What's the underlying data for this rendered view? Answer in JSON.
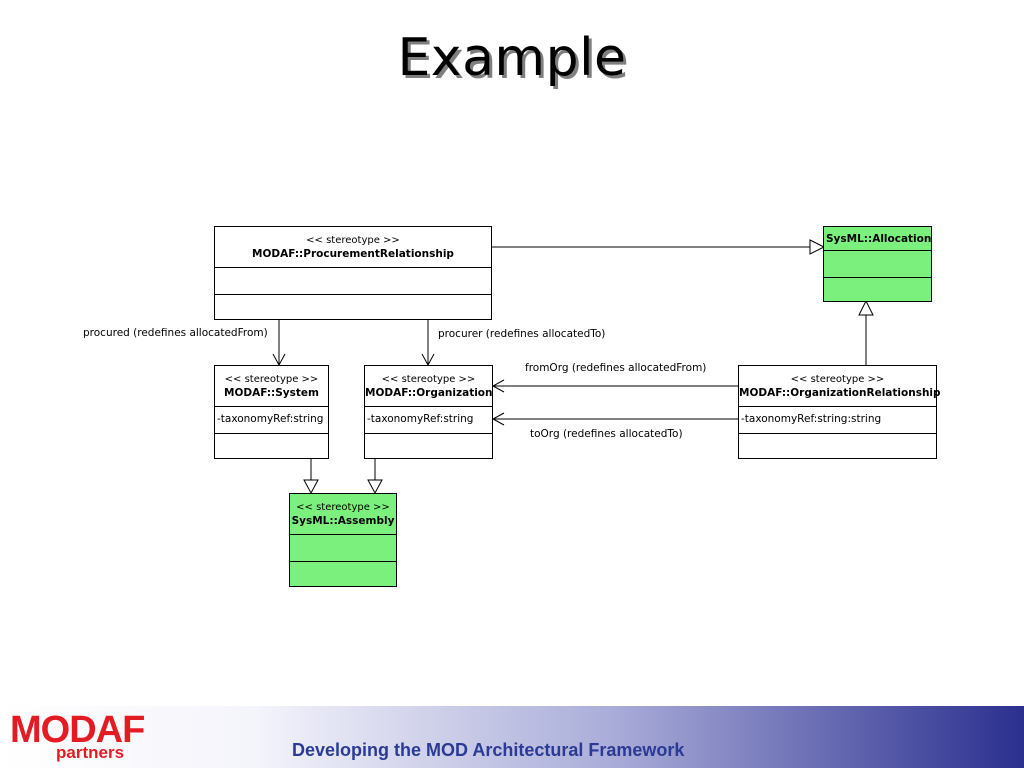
{
  "slide": {
    "title": "Example"
  },
  "diagram": {
    "classes": {
      "procurement": {
        "stereotype": "<< stereotype >>",
        "name": "MODAF::ProcurementRelationship",
        "attribute": ""
      },
      "allocation": {
        "stereotype": "",
        "name": "SysML::Allocation",
        "attribute": ""
      },
      "system": {
        "stereotype": "<< stereotype >>",
        "name": "MODAF::System",
        "attribute": "-taxonomyRef:string"
      },
      "organization": {
        "stereotype": "<< stereotype >>",
        "name": "MODAF::Organization",
        "attribute": "-taxonomyRef:string"
      },
      "orgrel": {
        "stereotype": "<< stereotype >>",
        "name": "MODAF::OrganizationRelationship",
        "attribute": "-taxonomyRef:string:string"
      },
      "assembly": {
        "stereotype": "<< stereotype >>",
        "name": "SysML::Assembly",
        "attribute": ""
      }
    },
    "labels": {
      "procured": "procured (redefines allocatedFrom)",
      "procurer": "procurer (redefines allocatedTo)",
      "fromOrg": "fromOrg (redefines allocatedFrom)",
      "toOrg": "toOrg (redefines allocatedTo)"
    },
    "colors": {
      "sysml_fill": "#7cf07c"
    }
  },
  "footer": {
    "logo_main": "MODAF",
    "logo_sub": "partners",
    "text": "Developing the MOD Architectural Framework"
  }
}
